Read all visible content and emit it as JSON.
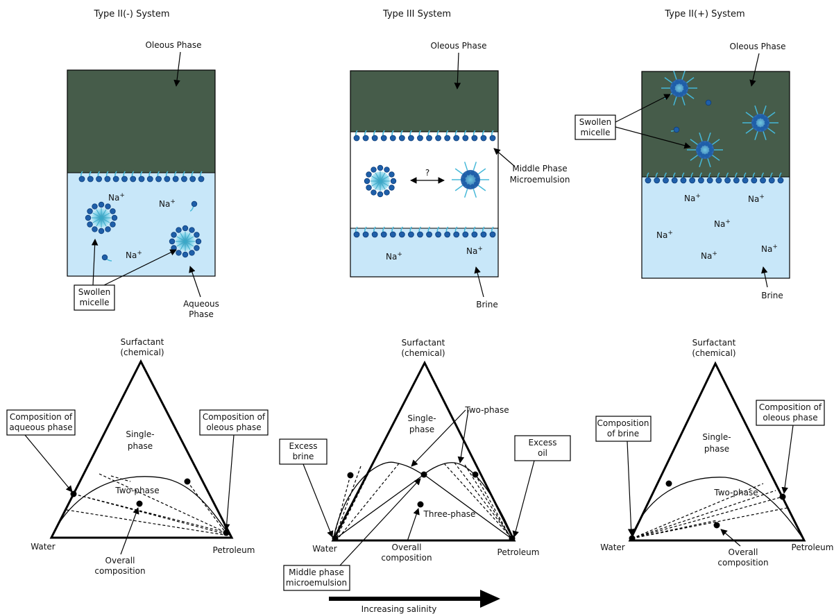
{
  "colors": {
    "oil": "#465c4a",
    "brine": "#c8e7f9",
    "micelle": "#1f5fa9",
    "tail": "#45b8d8"
  },
  "panels": [
    {
      "title": "Type II(-) System",
      "oil_label": "Oleous Phase",
      "micelle_label": "Swollen\nmicelle",
      "aqueous_label": "Aqueous\nPhase",
      "na": "Na",
      "plus": "+"
    },
    {
      "title": "Type III System",
      "oil_label": "Oleous Phase",
      "middle_label": "Middle Phase\nMicroemulsion",
      "question": "?",
      "brine_label": "Brine",
      "na": "Na",
      "plus": "+"
    },
    {
      "title": "Type II(+) System",
      "oil_label": "Oleous Phase",
      "micelle_label": "Swollen\nmicelle",
      "brine_label": "Brine",
      "na": "Na",
      "plus": "+"
    }
  ],
  "ternary": [
    {
      "apex": "Surfactant\n(chemical)",
      "left": "Water",
      "right": "Petroleum",
      "single": "Single-\nphase",
      "two": "Two-phase",
      "box_left": "Composition of\naqueous phase",
      "box_right": "Composition of\noleous phase",
      "overall": "Overall\ncomposition"
    },
    {
      "apex": "Surfactant\n(chemical)",
      "left": "Water",
      "right": "Petroleum",
      "single": "Single-\nphase",
      "two": "Two-phase",
      "three": "Three-phase",
      "box_left": "Excess\nbrine",
      "box_right": "Excess\noil",
      "box_bottom": "Middle phase\nmicroemulsion",
      "overall": "Overall\ncomposition"
    },
    {
      "apex": "Surfactant\n(chemical)",
      "left": "Water",
      "right": "Petroleum",
      "single": "Single-\nphase",
      "two": "Two-phase",
      "box_left": "Composition\nof brine",
      "box_right": "Composition of\noleous phase",
      "overall": "Overall\ncomposition"
    }
  ],
  "salinity_label": "Increasing salinity"
}
